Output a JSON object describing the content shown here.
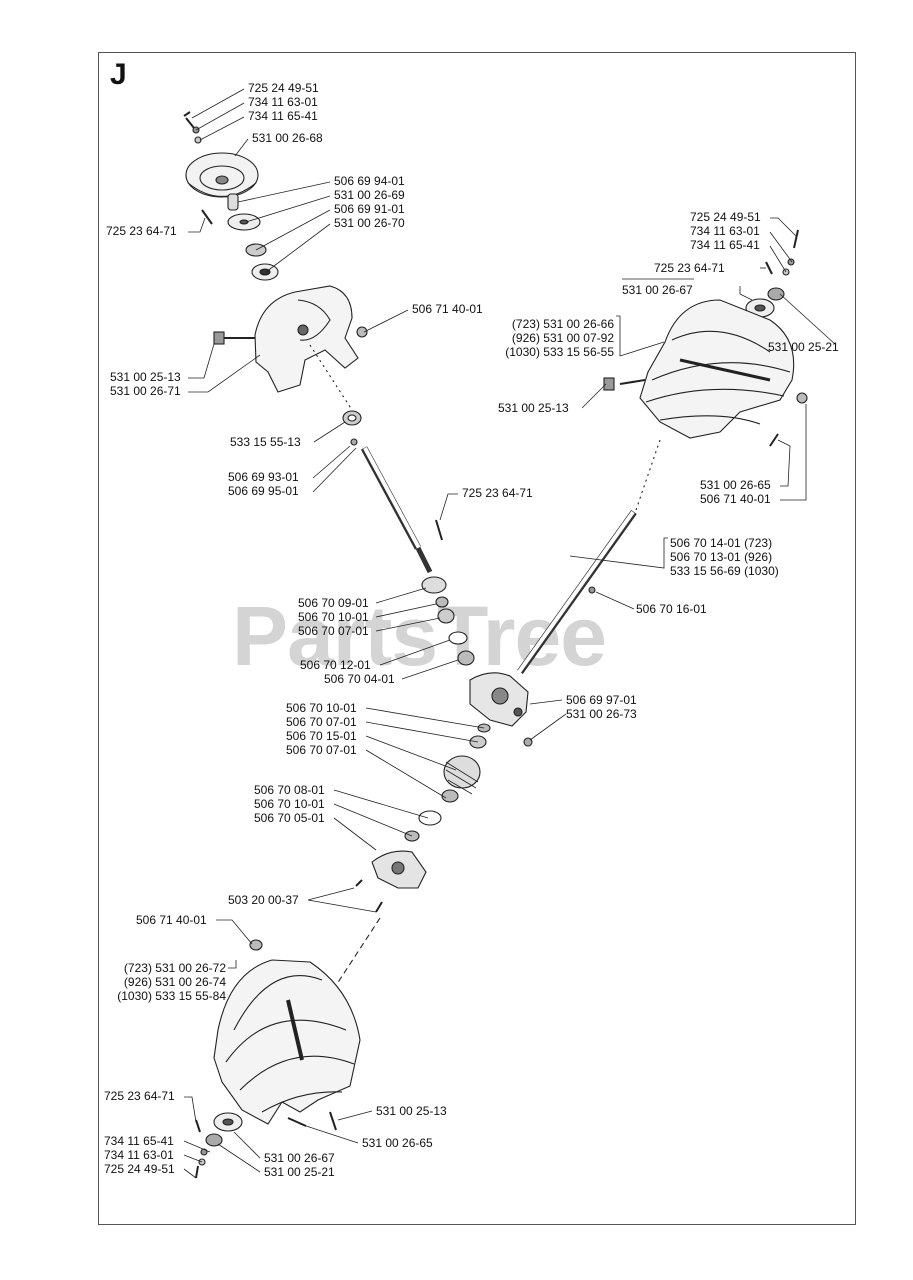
{
  "section": "J",
  "watermark": "PartsTree",
  "labels": {
    "a1": "725 24 49-51",
    "a2": "734 11 63-01",
    "a3": "734 11 65-41",
    "a4": "531 00 26-68",
    "a5": "506 69 94-01",
    "a6": "531 00 26-69",
    "a7": "506 69 91-01",
    "a8": "531 00 26-70",
    "a9": "725 23 64-71",
    "a10": "506 71 40-01",
    "a11": "531 00 25-13",
    "a12": "531 00 26-71",
    "a13": "533 15 55-13",
    "a14": "506 69 93-01",
    "a15": "506 69 95-01",
    "b1": "725 24 49-51",
    "b2": "734 11 63-01",
    "b3": "734 11 65-41",
    "b4": "725 23 64-71",
    "b5": "531 00 26-67",
    "b6": "(723) 531 00 26-66",
    "b7": "(926) 531 00 07-92",
    "b8": "(1030) 533 15 56-55",
    "b9": "531 00 25-21",
    "b10": "531 00 25-13",
    "b11": "531 00 26-65",
    "b12": "506 71 40-01",
    "c1": "725 23 64-71",
    "c2": "506 70 14-01 (723)",
    "c3": "506 70 13-01 (926)",
    "c4": "533 15 56-69 (1030)",
    "c5": "506 70 16-01",
    "c6": "506 70 09-01",
    "c7": "506 70 10-01",
    "c8": "506 70 07-01",
    "c9": "506 70 12-01",
    "c10": "506 70 04-01",
    "c11": "506 69 97-01",
    "c12": "531 00 26-73",
    "d1": "506 70 10-01",
    "d2": "506 70 07-01",
    "d3": "506 70 15-01",
    "d4": "506 70 07-01",
    "d5": "506 70 08-01",
    "d6": "506 70 10-01",
    "d7": "506 70 05-01",
    "d8": "503 20 00-37",
    "e1": "506 71 40-01",
    "e2": "(723) 531 00 26-72",
    "e3": "(926) 531 00 26-74",
    "e4": "(1030) 533 15 55-84",
    "e5": "725 23 64-71",
    "e6": "531 00 25-13",
    "e7": "531 00 26-65",
    "e8": "734 11 65-41",
    "e9": "734 11 63-01",
    "e10": "725 24 49-51",
    "e11": "531 00 26-67",
    "e12": "531 00 25-21"
  }
}
